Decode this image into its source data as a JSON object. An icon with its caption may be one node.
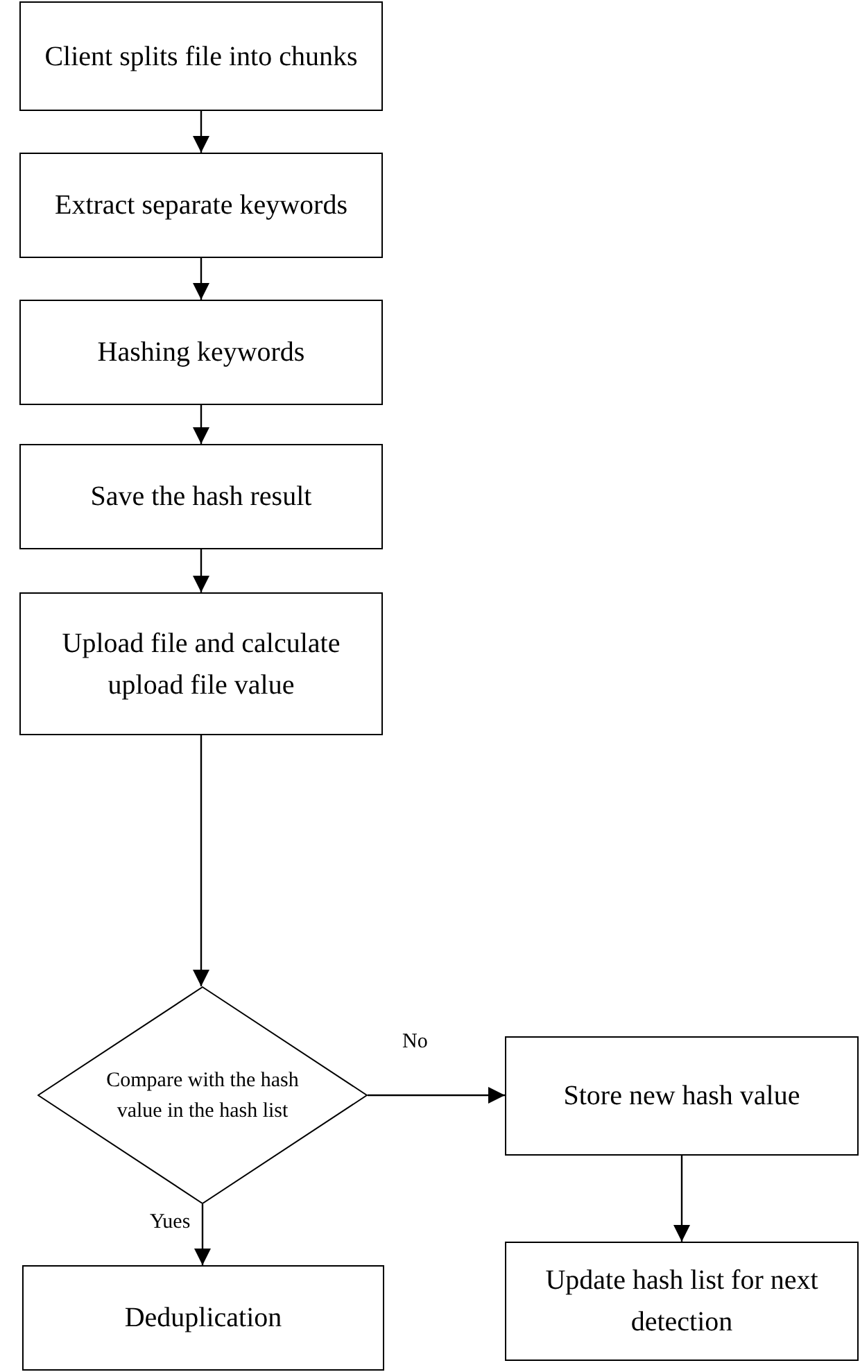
{
  "diagram": {
    "nodes": [
      {
        "text": [
          "Client splits file into chunks"
        ]
      },
      {
        "text": [
          "Extract separate keywords"
        ]
      },
      {
        "text": [
          "Hashing keywords"
        ]
      },
      {
        "text": [
          "Save the hash result"
        ]
      },
      {
        "text": [
          "Upload file and calculate upload file value"
        ]
      },
      {
        "text": [
          "Compare with the hash value in the hash list"
        ]
      },
      {
        "text": [
          "Deduplication"
        ]
      },
      {
        "text": [
          "Store new hash value"
        ]
      },
      {
        "text": [
          "Update hash list for next detection"
        ]
      }
    ],
    "edges": [
      {
        "from": 0,
        "to": 1,
        "arrow": "to"
      },
      {
        "from": 1,
        "to": 2,
        "arrow": "to"
      },
      {
        "from": 2,
        "to": 3,
        "arrow": "to"
      },
      {
        "from": 3,
        "to": 4,
        "arrow": "to"
      },
      {
        "from": 4,
        "to": 5,
        "arrow": "to"
      },
      {
        "from": 5,
        "to": 6,
        "arrow": "to",
        "label": "Yues"
      },
      {
        "from": 5,
        "to": 7,
        "arrow": "to",
        "label": "No"
      },
      {
        "from": 7,
        "to": 8,
        "arrow": "to"
      }
    ]
  }
}
